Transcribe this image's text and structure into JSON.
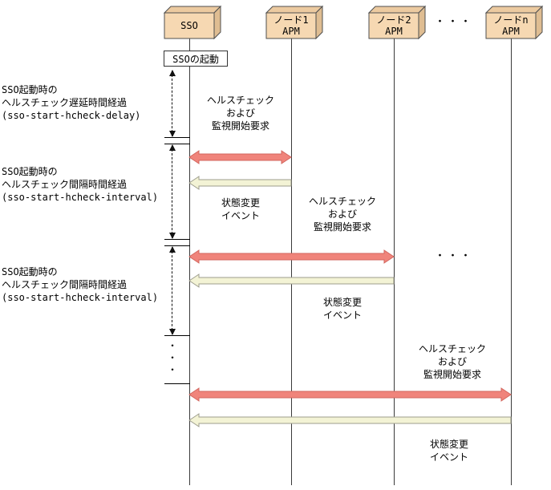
{
  "actors": [
    {
      "label": "SSO"
    },
    {
      "label": "ノード1",
      "sublabel": "APM"
    },
    {
      "label": "ノード2",
      "sublabel": "APM"
    },
    {
      "label": "ノードn",
      "sublabel": "APM"
    }
  ],
  "startup_label": "SSOの起動",
  "intervals": [
    {
      "line1": "SSO起動時の",
      "line2": "ヘルスチェック遅延時間経過",
      "line3": "(sso-start-hcheck-delay)"
    },
    {
      "line1": "SSO起動時の",
      "line2": "ヘルスチェック間隔時間経過",
      "line3": "(sso-start-hcheck-interval)"
    },
    {
      "line1": "SSO起動時の",
      "line2": "ヘルスチェック間隔時間経過",
      "line3": "(sso-start-hcheck-interval)"
    }
  ],
  "messages": {
    "healthcheck": {
      "line1": "ヘルスチェック",
      "line2": "および",
      "line3": "監視開始要求"
    },
    "statechange": {
      "line1": "状態変更",
      "line2": "イベント"
    }
  },
  "ellipsis": "・・・",
  "ellipsis_vertical": "・\n・\n・",
  "colors": {
    "box_face": "#f6d8b2",
    "box_top": "#eccaa0",
    "box_side": "#dfbd92",
    "arrow_request": "#f0847b",
    "arrow_event": "#f3f3d5"
  }
}
